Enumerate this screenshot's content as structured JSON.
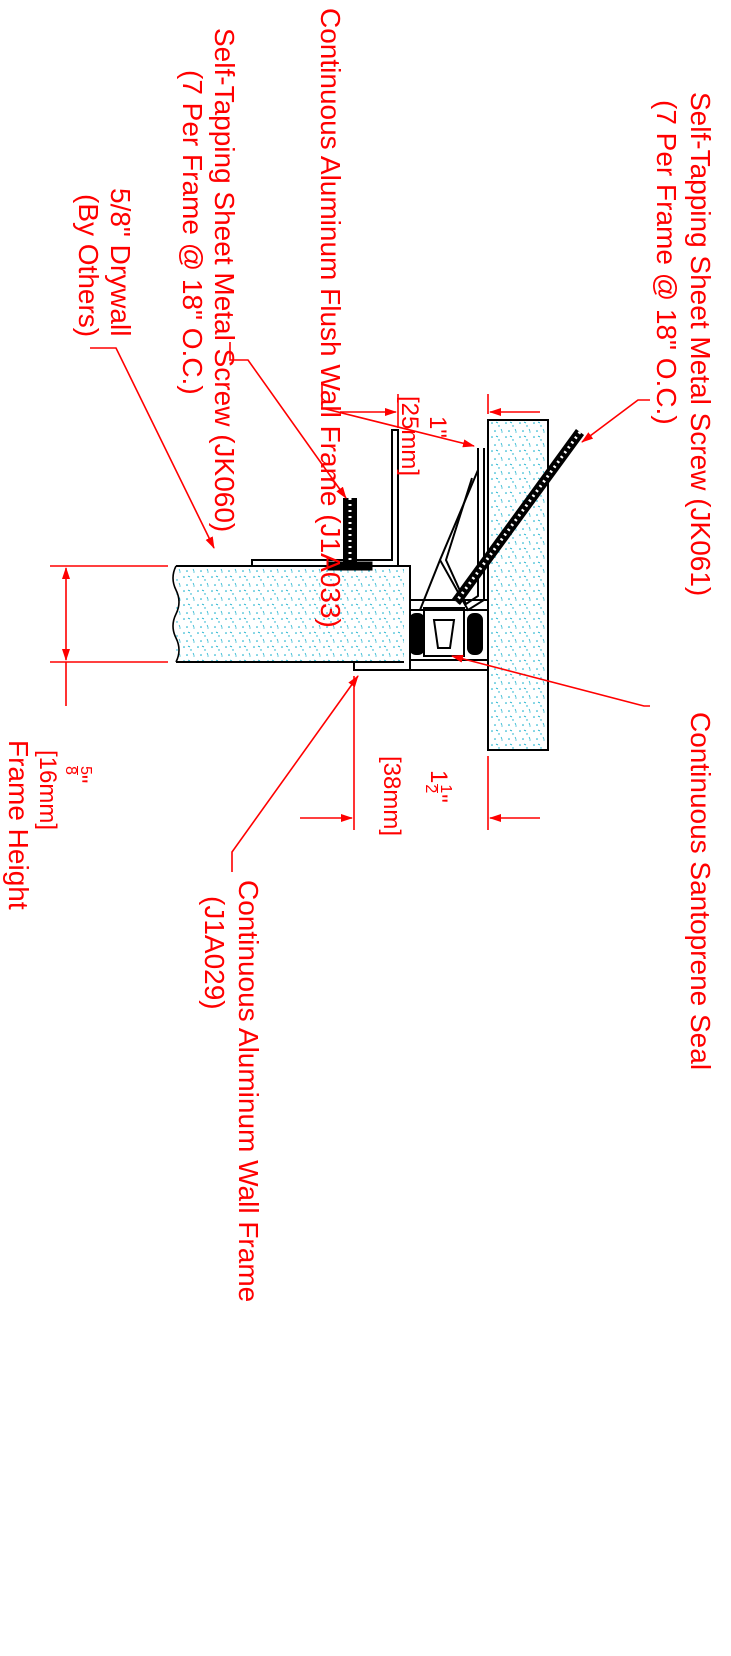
{
  "colors": {
    "annotation": "#ff0000",
    "linework": "#000000",
    "stipple": "#00a8c8",
    "background": "#ffffff"
  },
  "labels": {
    "screw_top_line1": "Self-Tapping Sheet Metal Screw (JK061)",
    "screw_top_line2": "(7 Per Frame @ 18\" O.C.)",
    "flush_frame": "Continuous Aluminum Flush Wall Frame (J1A033)",
    "screw_mid_line1": "Self-Tapping Sheet Metal Screw (JK060)",
    "screw_mid_line2": "(7 Per Frame @ 18\" O.C.)",
    "drywall_line1": "5/8\" Drywall",
    "drywall_line2": "(By Others)",
    "seal": "Continuous Santoprene Seal",
    "wall_frame_line1": "Continuous Aluminum Wall Frame",
    "wall_frame_line2": "(J1A029)"
  },
  "dimensions": {
    "d1_value": "1\"",
    "d1_metric": "[25mm]",
    "d2_whole": "1",
    "d2_num": "1",
    "d2_den": "2",
    "d2_unit": "\"",
    "d2_metric": "[38mm]",
    "d3_num": "5",
    "d3_den": "8",
    "d3_unit": "\"",
    "d3_metric": "[16mm]",
    "d3_caption": "Frame Height"
  }
}
